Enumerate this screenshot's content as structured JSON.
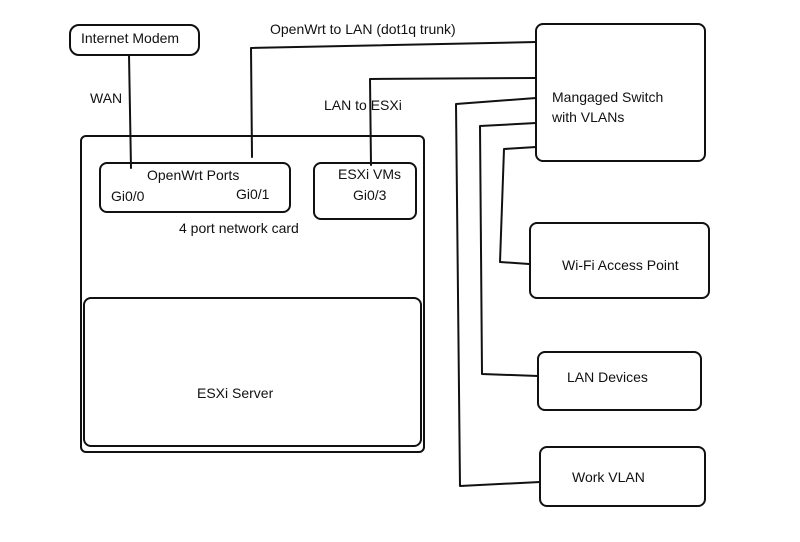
{
  "nodes": {
    "modem": "Internet Modem",
    "openwrt_ports": "OpenWrt Ports",
    "gi00": "Gi0/0",
    "gi01": "Gi0/1",
    "esxi_vms": "ESXi VMs",
    "gi03": "Gi0/3",
    "network_card": "4 port network card",
    "esxi_server": "ESXi Server",
    "switch_line1": "Mangaged Switch",
    "switch_line2": "with VLANs",
    "wifi_ap": "Wi-Fi Access Point",
    "lan_devices": "LAN Devices",
    "work_vlan": "Work VLAN"
  },
  "edges": {
    "wan": "WAN",
    "trunk": "OpenWrt to LAN (dot1q trunk)",
    "lan_to_esxi": "LAN to ESXi"
  }
}
